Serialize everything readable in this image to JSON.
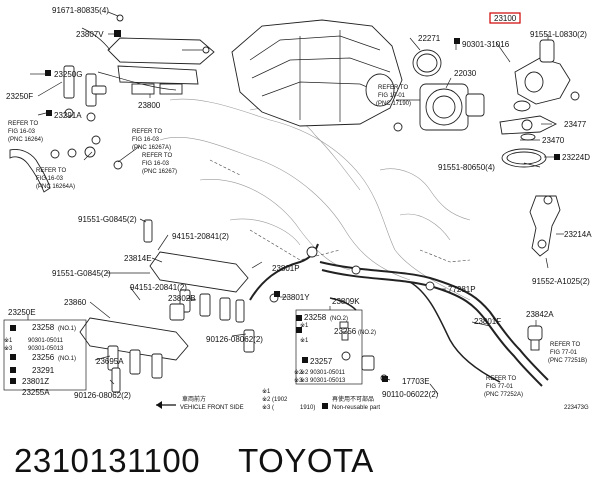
{
  "labels": {
    "l01": "91671-80835(4)",
    "l02": "23807V",
    "l03": "22271",
    "l04": "REFER TO",
    "l05": "FIG 17-01",
    "l06": "(PNC 17190)",
    "l07": "23100",
    "l08": "90301-31016",
    "l09": "91551-L0830(2)",
    "l10": "23250G",
    "l11": "23250F",
    "l12": "23800",
    "l13": "23291A",
    "l14": "22030",
    "l15": "REFER TO",
    "l16": "FIG 16-03",
    "l17": "(PNC 16264)",
    "l18": "REFER TO",
    "l19": "FIG 16-03",
    "l20": "(PNC 16267A)",
    "l21": "REFER TO",
    "l22": "FIG 16-03",
    "l23": "(PNC 16267)",
    "l24": "REFER TO",
    "l25": "FIG 16-03",
    "l26": "(PNC 16264A)",
    "l27": "23477",
    "l28": "23470",
    "l29": "91551-80650(4)",
    "l30": "23224D",
    "l31": "91551-G0845(2)",
    "l32": "94151-20841(2)",
    "l33": "23814E",
    "l34": "23801P",
    "l35": "23214A",
    "l36": "91551-G0845(2)",
    "l37": "94151-20841(2)",
    "l38": "23802B",
    "l39": "23801Y",
    "l40": "77281P",
    "l41": "91552-A1025(2)",
    "l42": "23860",
    "l43": "23809K",
    "l44": "23842A",
    "l45": "23250E",
    "l46": "23258",
    "l47": "(NO.1)",
    "l48": "90301-05011",
    "l49": "90301-05013",
    "l50": "23256",
    "l51": "(NO.1)",
    "l52": "23291",
    "l53": "23801Z",
    "l54": "23255A",
    "l55": "23695A",
    "l56": "90126-08062(2)",
    "l57": "23258",
    "l58": "(NO.2)",
    "l59": "23256",
    "l60": "(NO.2)",
    "l61": "23257",
    "l62": "90301-05011",
    "l63": "90301-05013",
    "l64": "17703E",
    "l65": "90110-06022(2)",
    "l66": "23801F",
    "l67": "REFER TO",
    "l68": "FIG 77-01",
    "l69": "(PNC 77251B)",
    "l70": "REFER TO",
    "l71": "FIG 77-01",
    "l72": "(PNC 77252A)",
    "l73": "90126-08062(2)",
    "l74": "車両前方",
    "l75": "VEHICLE FRONT SIDE",
    "l76": "※1",
    "l77": "※2 (1902",
    "l78": "※3 (",
    "l79": "1910)",
    "l80": "再使用不可部品",
    "l81": "Non-reusable part",
    "l82": "223473G",
    "l83": "※1",
    "l84": "※3",
    "l85": "※1",
    "l86": "※2",
    "l87": "※3",
    "l88": "※1",
    "l89": "※2",
    "l90": "※3"
  },
  "footer": {
    "part_number": "2310131100",
    "brand": "TOYOTA"
  },
  "colors": {
    "highlight": "#d00000",
    "line": "#222222"
  }
}
